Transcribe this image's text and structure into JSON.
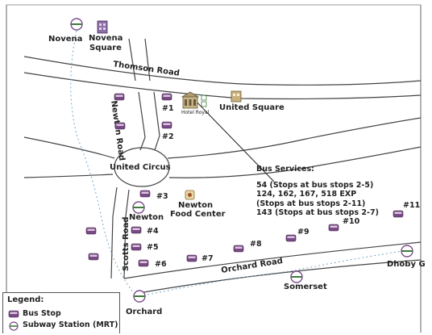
{
  "places": {
    "novena": "Novena",
    "novena_square": [
      "Novena",
      "Square"
    ],
    "thomson_road": "Thomson Road",
    "newton_road": "Newton Road",
    "hotel_royal": "Hotel Royal",
    "united_square": "United Square",
    "united_circus": "United Circus",
    "newton": "Newton",
    "newton_food_center": [
      "Newton",
      "Food Center"
    ],
    "scotts_road": "Scotts Road",
    "orchard_road": "Orchard Road",
    "somerset": "Somerset",
    "dhoby": "Dhoby G",
    "orchard": "Orchard"
  },
  "bus_stops": [
    "#1",
    "#2",
    "#3",
    "#4",
    "#5",
    "#6",
    "#7",
    "#8",
    "#9",
    "#10",
    "#11"
  ],
  "bus_services": {
    "title": "Bus Services:",
    "lines": [
      "54 (Stops at bus stops 2-5)",
      "124, 162, 167, 518 EXP",
      "(Stops at bus stops 2-11)",
      "143 (Stops at bus stops 2-7)"
    ]
  },
  "legend": {
    "title": "Legend:",
    "bus_stop": "Bus Stop",
    "subway": "Subway Station (MRT)"
  },
  "colors": {
    "bus_body": "#7a4a86",
    "bus_stripe": "#d9c4de",
    "mrt_ring": "#7b4d8c",
    "mrt_bar": "#3f7a3f",
    "building": "#8d6fa6",
    "road_line": "#444444"
  },
  "icons": {
    "bus_stop": "bus-icon",
    "mrt": "mrt-station-icon",
    "building": "building-icon",
    "food_center": "food-center-icon"
  }
}
